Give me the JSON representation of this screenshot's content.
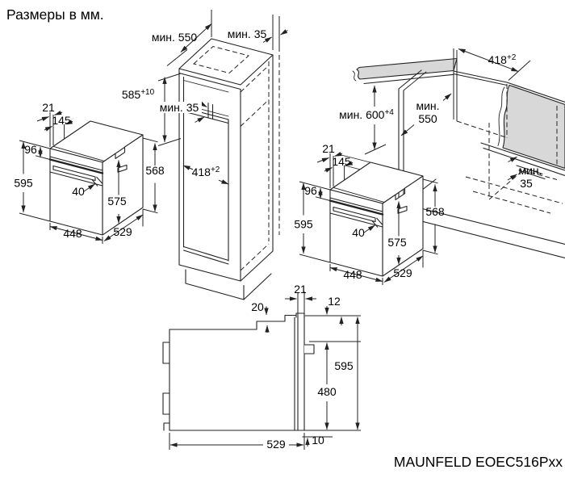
{
  "page": {
    "title": "Размеры в мм.",
    "model": "MAUNFELD EOEC516Pxx",
    "colors": {
      "line": "#222222",
      "shade": "#d8d8d8",
      "background": "#ffffff"
    }
  },
  "oven_left": {
    "frame_gap": "21",
    "frame_inset": "145",
    "panel_height": "96",
    "height": "595",
    "handle_depth": "40",
    "body_height": "575",
    "width": "448",
    "depth": "529",
    "rear_height": "568"
  },
  "oven_right": {
    "frame_gap": "21",
    "frame_inset": "145",
    "panel_height": "96",
    "height": "595",
    "handle_depth": "40",
    "body_height": "575",
    "width": "448",
    "depth": "529",
    "rear_height": "568"
  },
  "tall_cabinet": {
    "depth_min": "мин. 550",
    "top_rear_gap": "мин. 35",
    "niche_height": "585",
    "niche_height_tol": "+10",
    "shelf_rear_gap": "мин. 35",
    "niche_width": "418",
    "niche_width_tol": "+2"
  },
  "base_cabinet": {
    "niche_width": "418",
    "niche_width_tol": "+2",
    "counter_height": "мин. 600",
    "counter_height_tol": "+4",
    "depth_min_word": "мин.",
    "depth_min_value": "550",
    "rear_gap_word": "мин.",
    "rear_gap_value": "35"
  },
  "side_view": {
    "door_thickness": "21",
    "top_step": "20",
    "front_protrusion": "12",
    "height": "595",
    "rear_height": "480",
    "depth": "529",
    "bottom_gap": "10"
  }
}
